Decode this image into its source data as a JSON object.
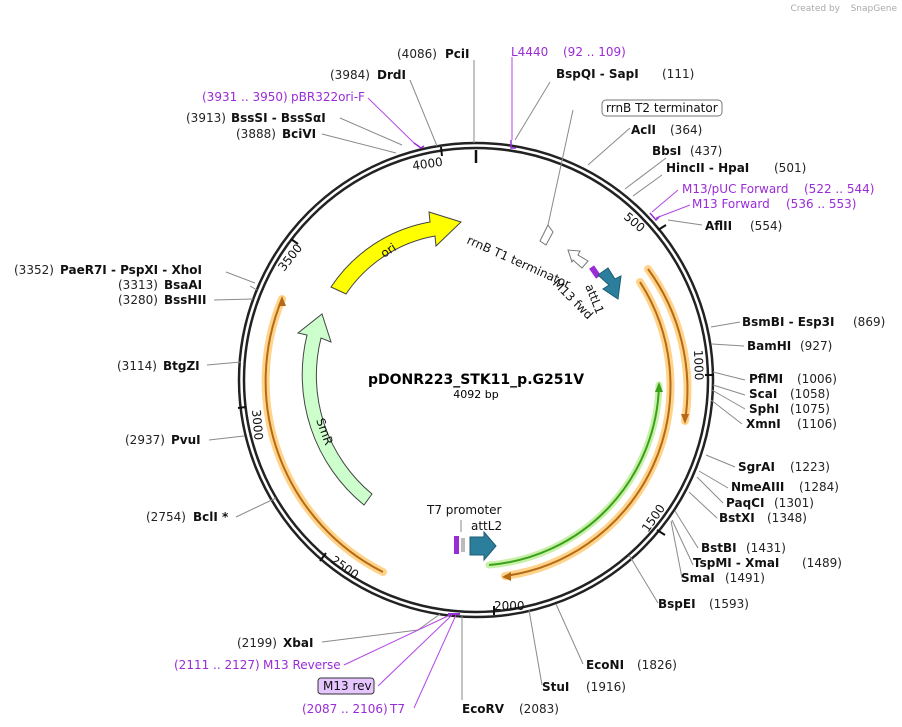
{
  "plasmid": {
    "name": "pDONR223_STK11_p.G251V",
    "length_label": "4092 bp",
    "length": 4092
  },
  "credit": {
    "prefix": "Created by",
    "brand": "SnapGene"
  },
  "ticks": [
    "500",
    "1000",
    "1500",
    "2000",
    "2500",
    "3000",
    "3500",
    "4000"
  ],
  "enzymes": [
    {
      "pos": "(4086)",
      "name": "PciI"
    },
    {
      "pos": "(3984)",
      "name": "DrdI"
    },
    {
      "pos": "(3913)",
      "name": "BssSI  -  BssSαI"
    },
    {
      "pos": "(3888)",
      "name": "BciVI"
    },
    {
      "pos": "(3352)",
      "name": "PaeR7I  -  PspXI  -  XhoI"
    },
    {
      "pos": "(3313)",
      "name": "BsaAI"
    },
    {
      "pos": "(3280)",
      "name": "BssHII"
    },
    {
      "pos": "(3114)",
      "name": "BtgZI"
    },
    {
      "pos": "(2937)",
      "name": "PvuI"
    },
    {
      "pos": "(2754)",
      "name": "BclI *"
    },
    {
      "pos": "(2199)",
      "name": "XbaI"
    },
    {
      "pos": "(111)",
      "name": "BspQI  -  SapI"
    },
    {
      "pos": "(364)",
      "name": "AclI"
    },
    {
      "pos": "(437)",
      "name": "BbsI"
    },
    {
      "pos": "(501)",
      "name": "HincII  -  HpaI"
    },
    {
      "pos": "(554)",
      "name": "AflII"
    },
    {
      "pos": "(869)",
      "name": "BsmBI  -  Esp3I"
    },
    {
      "pos": "(927)",
      "name": "BamHI"
    },
    {
      "pos": "(1006)",
      "name": "PflMI"
    },
    {
      "pos": "(1058)",
      "name": "ScaI"
    },
    {
      "pos": "(1075)",
      "name": "SphI"
    },
    {
      "pos": "(1106)",
      "name": "XmnI"
    },
    {
      "pos": "(1223)",
      "name": "SgrAI"
    },
    {
      "pos": "(1284)",
      "name": "NmeAIII"
    },
    {
      "pos": "(1301)",
      "name": "PaqCI"
    },
    {
      "pos": "(1348)",
      "name": "BstXI"
    },
    {
      "pos": "(1431)",
      "name": "BstBI"
    },
    {
      "pos": "(1489)",
      "name": "TspMI  -  XmaI"
    },
    {
      "pos": "(1491)",
      "name": "SmaI"
    },
    {
      "pos": "(1593)",
      "name": "BspEI"
    },
    {
      "pos": "(1826)",
      "name": "EcoNI"
    },
    {
      "pos": "(1916)",
      "name": "StuI"
    },
    {
      "pos": "(2083)",
      "name": "EcoRV"
    }
  ],
  "primers": [
    {
      "name": "L4440",
      "range": "(92 .. 109)"
    },
    {
      "name": "pBR322ori-F",
      "range": "(3931 .. 3950)"
    },
    {
      "name": "M13/pUC Forward",
      "range": "(522 .. 544)"
    },
    {
      "name": "M13 Forward",
      "range": "(536 .. 553)"
    },
    {
      "name": "M13 Reverse",
      "range": "(2111 .. 2127)"
    },
    {
      "name": "T7",
      "range": "(2087 .. 2106)"
    },
    {
      "name": "M13 rev",
      "range": ""
    }
  ],
  "features": {
    "ori": "ori",
    "smr": "SmR",
    "rrnb_t1": "rrnB T1 terminator",
    "rrnb_t2": "rrnB T2 terminator",
    "m13fwd": "M13 fwd",
    "attl1": "attL1",
    "t7_promoter": "T7 promoter",
    "attl2": "attL2"
  },
  "colors": {
    "ori": "#ffff00",
    "smr": "#ccffcc",
    "orf": "#e8a23a",
    "orf_glow": "#ffd38a",
    "gene_green": "#3aa11a",
    "att": "#2b7f9c",
    "primer": "#9a2cd6"
  }
}
